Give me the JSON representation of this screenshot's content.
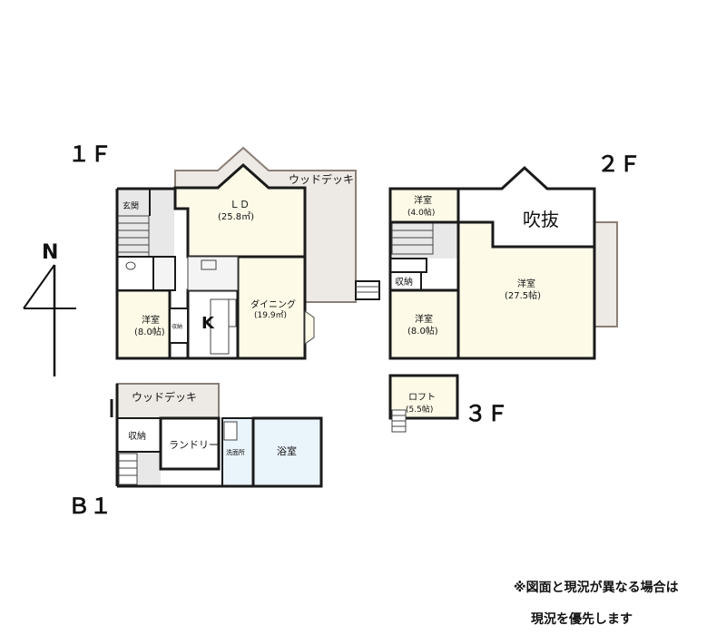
{
  "floors": {
    "f1": "１Ｆ",
    "f2": "２Ｆ",
    "f3": "３Ｆ",
    "b1": "Ｂ１"
  },
  "compass": {
    "label": "N"
  },
  "rooms_1f": {
    "entrance": "玄関",
    "ld": "ＬＤ",
    "ld_size": "(25.8㎡)",
    "deck": "ウッドデッキ",
    "western": "洋室",
    "western_size": "(8.0帖)",
    "storage": "収納",
    "kitchen": "K",
    "dining": "ダイニング",
    "dining_size": "(19.9㎡)"
  },
  "rooms_2f": {
    "w1": "洋室",
    "w1_size": "(4.0帖)",
    "atrium": "吹抜",
    "storage": "収納",
    "w2": "洋室",
    "w2_size": "(27.5帖)",
    "w3": "洋室",
    "w3_size": "(8.0帖)"
  },
  "rooms_3f": {
    "loft": "ロフト",
    "loft_size": "(5.5帖)"
  },
  "rooms_b1": {
    "deck": "ウッドデッキ",
    "storage": "収納",
    "laundry": "ランドリー",
    "washroom": "洗面所",
    "bath": "浴室"
  },
  "colors": {
    "deck": "#ede9e4",
    "deck_border": "#8a7f76",
    "hall": "#e8e8e8",
    "room": "#fdfbe8",
    "bath": "#eaf4fb",
    "wall": "#1a1a1a"
  },
  "notice": {
    "line1": "※図面と現況が異なる場合は",
    "line2": "現況を優先します"
  }
}
